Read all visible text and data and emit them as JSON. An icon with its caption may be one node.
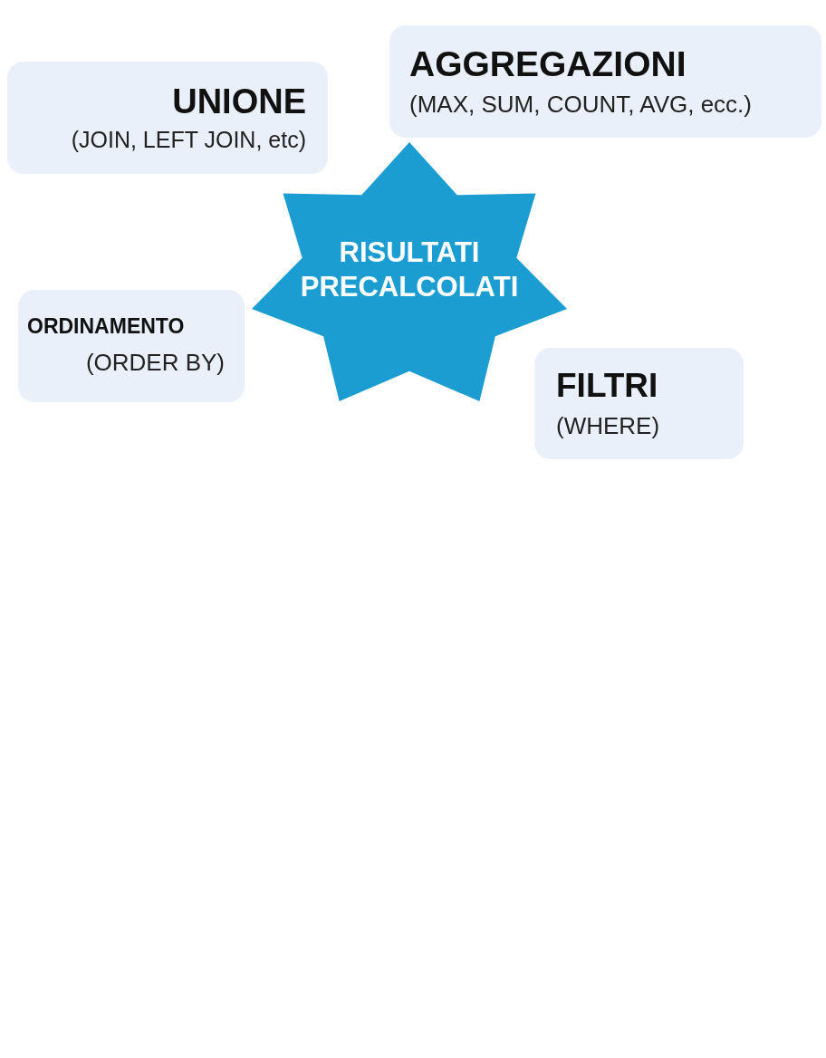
{
  "diagram": {
    "nodes": [
      {
        "text": [
          "UNIONE",
          "(JOIN, LEFT JOIN, etc)"
        ]
      },
      {
        "text": [
          "AGGREGAZIONI",
          "(MAX, SUM, COUNT, AVG, ecc.)"
        ]
      },
      {
        "text": [
          "RISULTATI PRECALCOLATI"
        ]
      },
      {
        "text": [
          "ORDINAMENTO",
          "(ORDER BY)"
        ]
      },
      {
        "text": [
          "FILTRI",
          "(WHERE)"
        ]
      }
    ]
  }
}
